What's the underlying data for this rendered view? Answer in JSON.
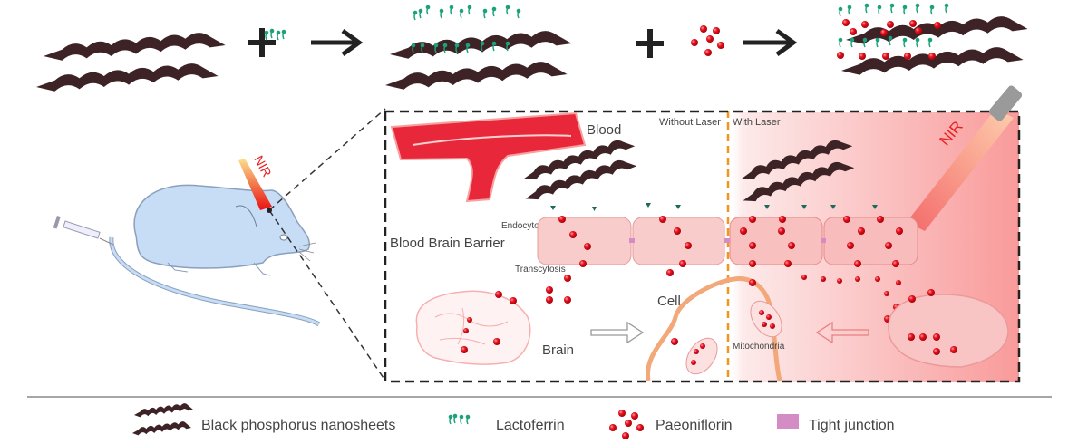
{
  "labels": {
    "blood": "Blood",
    "without_laser": "Without Laser",
    "with_laser": "With Laser",
    "nir_panel": "NIR",
    "nir_mouse": "NIR",
    "bbb": "Blood Brain Barrier",
    "endocytosis": "Endocytosis",
    "transcytosis": "Transcytosis",
    "cell": "Cell",
    "brain": "Brain",
    "mitochondria": "Mitochondria"
  },
  "legend": [
    {
      "name": "black-phosphorus-nanosheets",
      "label": "Black phosphorus nanosheets"
    },
    {
      "name": "lactoferrin",
      "label": "Lactoferrin"
    },
    {
      "name": "paeoniflorin",
      "label": "Paeoniflorin"
    },
    {
      "name": "tight-junction",
      "label": "Tight junction"
    }
  ],
  "colors": {
    "nanosheet": "#3d2226",
    "lactoferrin": "#1aa37a",
    "paeoniflorin": "#e0101e",
    "tight_junction": "#d48cc4",
    "laser_divider": "#f0961e",
    "cell_fill": "#f9cccc",
    "blood": "#e8283a"
  }
}
